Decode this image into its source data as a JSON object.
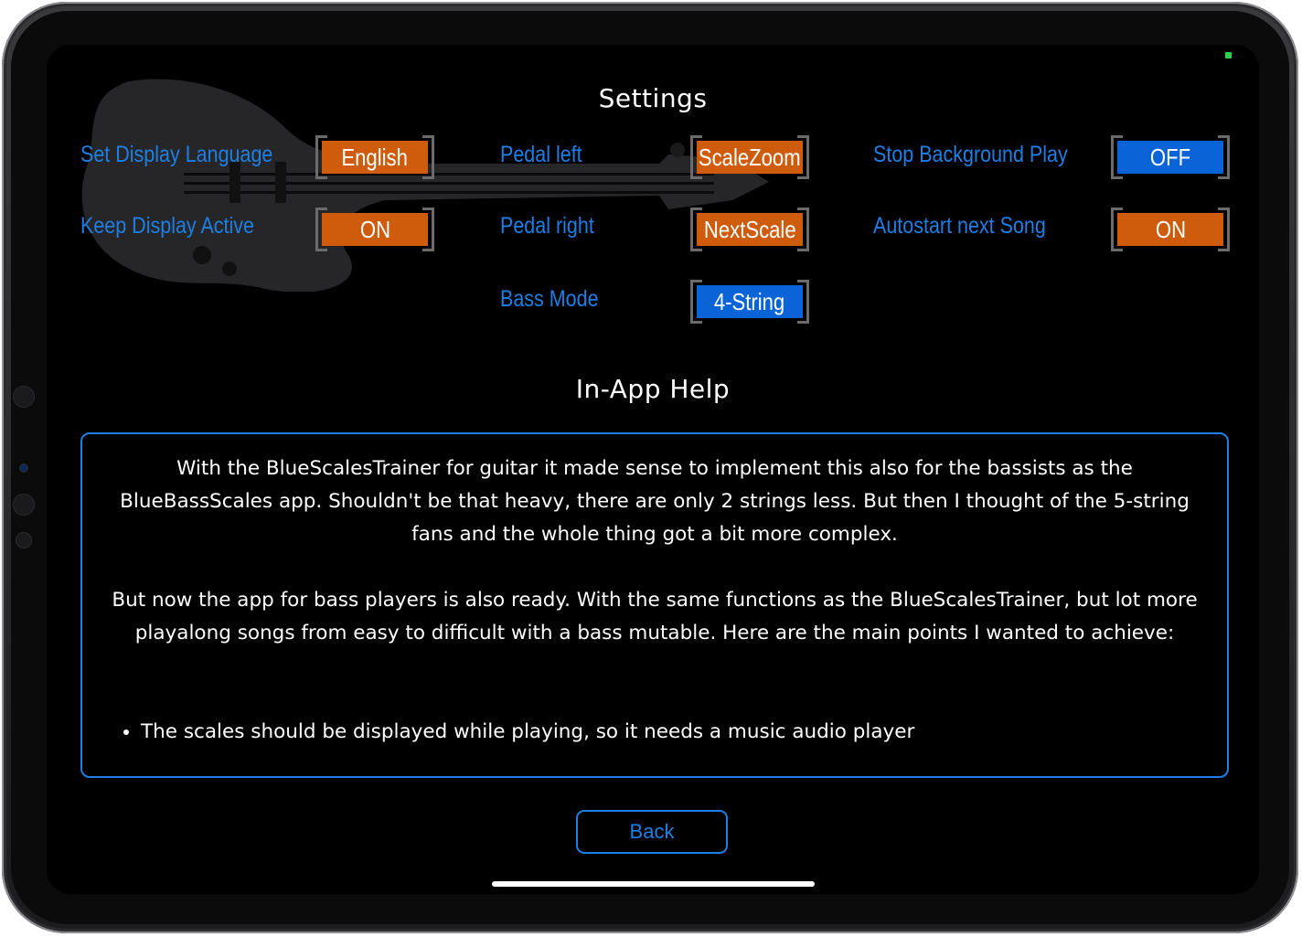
{
  "settings": {
    "title": "Settings",
    "rows": [
      {
        "label": "Set Display Language",
        "value": "English",
        "color": "orange"
      },
      {
        "label": "Keep Display Active",
        "value": "ON",
        "color": "orange"
      },
      {
        "label": "Pedal left",
        "value": "ScaleZoom",
        "color": "orange"
      },
      {
        "label": "Pedal right",
        "value": "NextScale",
        "color": "orange"
      },
      {
        "label": "Bass Mode",
        "value": "4-String",
        "color": "blue"
      },
      {
        "label": "Stop Background Play",
        "value": "OFF",
        "color": "blue"
      },
      {
        "label": "Autostart next Song",
        "value": "ON",
        "color": "orange"
      }
    ]
  },
  "help": {
    "title": "In-App Help",
    "paragraphs": [
      "With the BlueScalesTrainer for guitar it made sense to implement this also for the bassists as the BlueBassScales app. Shouldn't be that heavy, there are only 2 strings less. But then I thought of the 5-string fans and the whole thing got a bit more complex.",
      "But now the app for bass players is also ready. With the same functions as the BlueScalesTrainer, but lot more playalong songs from easy to difficult with a bass mutable. Here are the main points I wanted to achieve:"
    ],
    "bullets": [
      "The scales should be displayed while playing, so it needs a music audio player"
    ]
  },
  "back_label": "Back",
  "colors": {
    "accent": "#1d7fe4",
    "orange_button": "#cf5b0c",
    "blue_button": "#0a64d8"
  }
}
